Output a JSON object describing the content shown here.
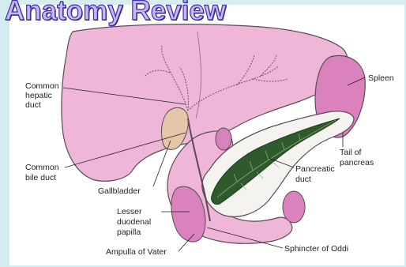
{
  "title": "Anatomy Review",
  "labels": {
    "common_hepatic_duct": [
      "Common",
      "hepatic",
      "duct"
    ],
    "spleen": [
      "Spleen"
    ],
    "common_bile_duct": [
      "Common",
      "bile duct"
    ],
    "tail_of_pancreas": [
      "Tail of",
      "pancreas"
    ],
    "pancreatic_duct": [
      "Pancreatic",
      "duct"
    ],
    "gallbladder": [
      "Gallbladder"
    ],
    "lesser_duodenal_papilla": [
      "Lesser",
      "duodenal",
      "papilla"
    ],
    "ampulla_of_vater": [
      "Ampulla of Vater"
    ],
    "sphincter_of_oddi": [
      "Sphincter of Oddi"
    ]
  },
  "colors": {
    "background": "#d7edf0",
    "organ_pink": "#efb6d8",
    "organ_outline": "#5a4a55",
    "spleen": "#d982bd",
    "pancreatic_duct": "#2f5a2c",
    "title_fill": "#c9b8f0",
    "title_stroke": "#3b2fa8"
  }
}
